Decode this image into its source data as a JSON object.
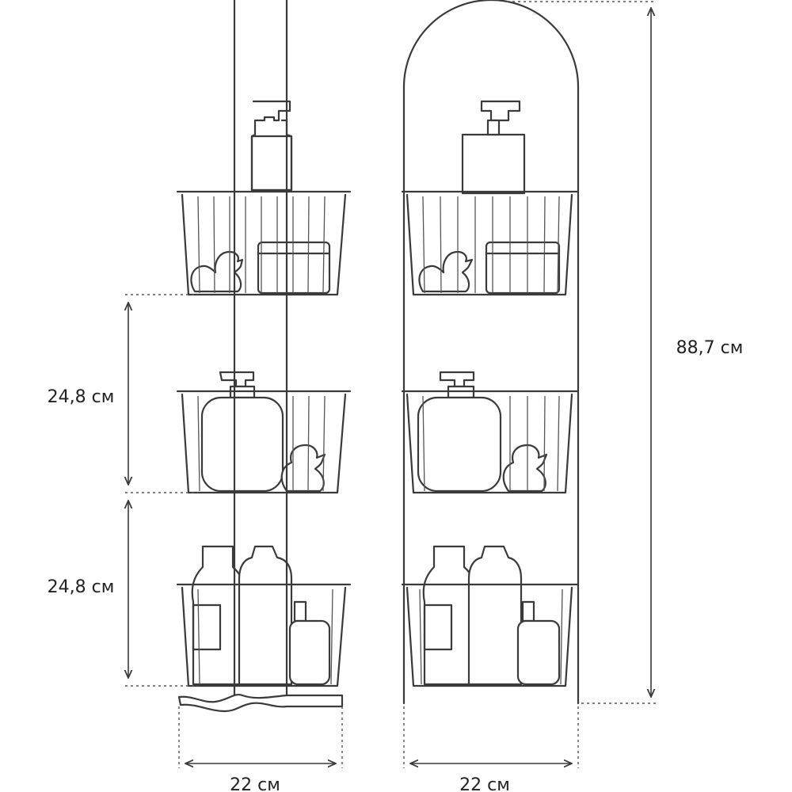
{
  "labels": {
    "height_total": "88,7 см",
    "spacing_upper": "24,8 см",
    "spacing_lower": "24,8 см",
    "width_side": "22 см",
    "width_front": "22 см"
  },
  "colors": {
    "line": "#3a3a3a",
    "background": "#ffffff"
  }
}
